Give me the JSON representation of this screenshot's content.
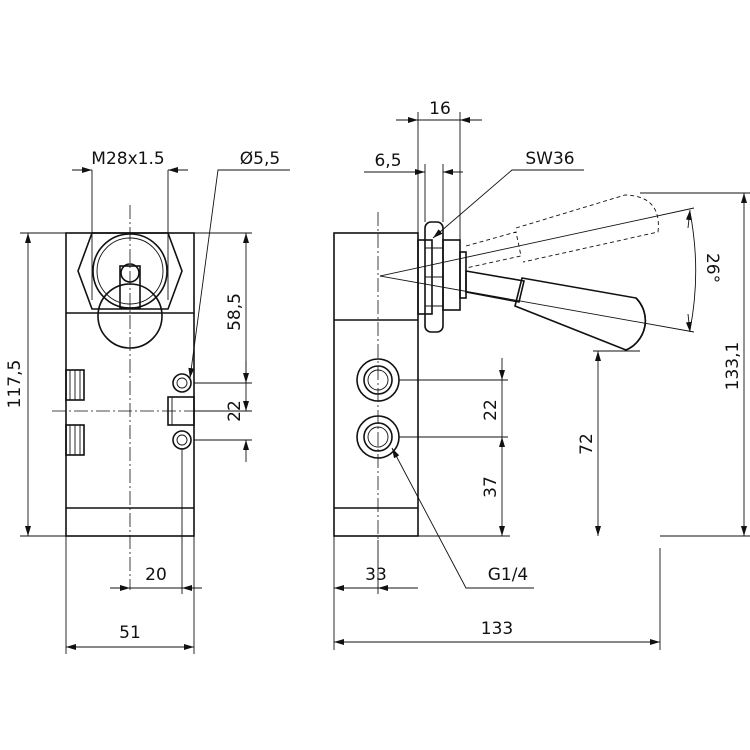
{
  "dimensions": {
    "thread": "M28x1.5",
    "hole_diameter": "Ø5,5",
    "height_total": "117,5",
    "height_upper": "58,5",
    "port_pitch_front": "22",
    "offset_20": "20",
    "width_51": "51",
    "nut_width": "16",
    "nut_offset": "6,5",
    "wrench_size": "SW36",
    "lever_angle": "26°",
    "lever_height": "133,1",
    "lever_pivot_height": "72",
    "port_pitch_side": "22",
    "port_height": "37",
    "port_offset": "33",
    "port_thread": "G1/4",
    "length_133": "133"
  }
}
